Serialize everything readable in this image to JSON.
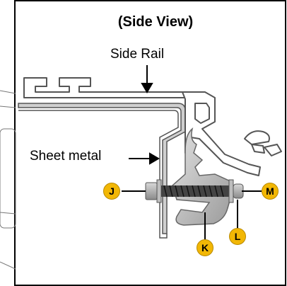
{
  "diagram": {
    "title": "(Side View)",
    "labels": {
      "side_rail": "Side Rail",
      "sheet_metal": "Sheet metal"
    },
    "callouts": [
      {
        "id": "J",
        "text": "J"
      },
      {
        "id": "K",
        "text": "K"
      },
      {
        "id": "L",
        "text": "L"
      },
      {
        "id": "M",
        "text": "M"
      }
    ],
    "colors": {
      "badge": "#f2b705",
      "metal_fill": "#c8c8c8",
      "outline": "#555555"
    }
  }
}
